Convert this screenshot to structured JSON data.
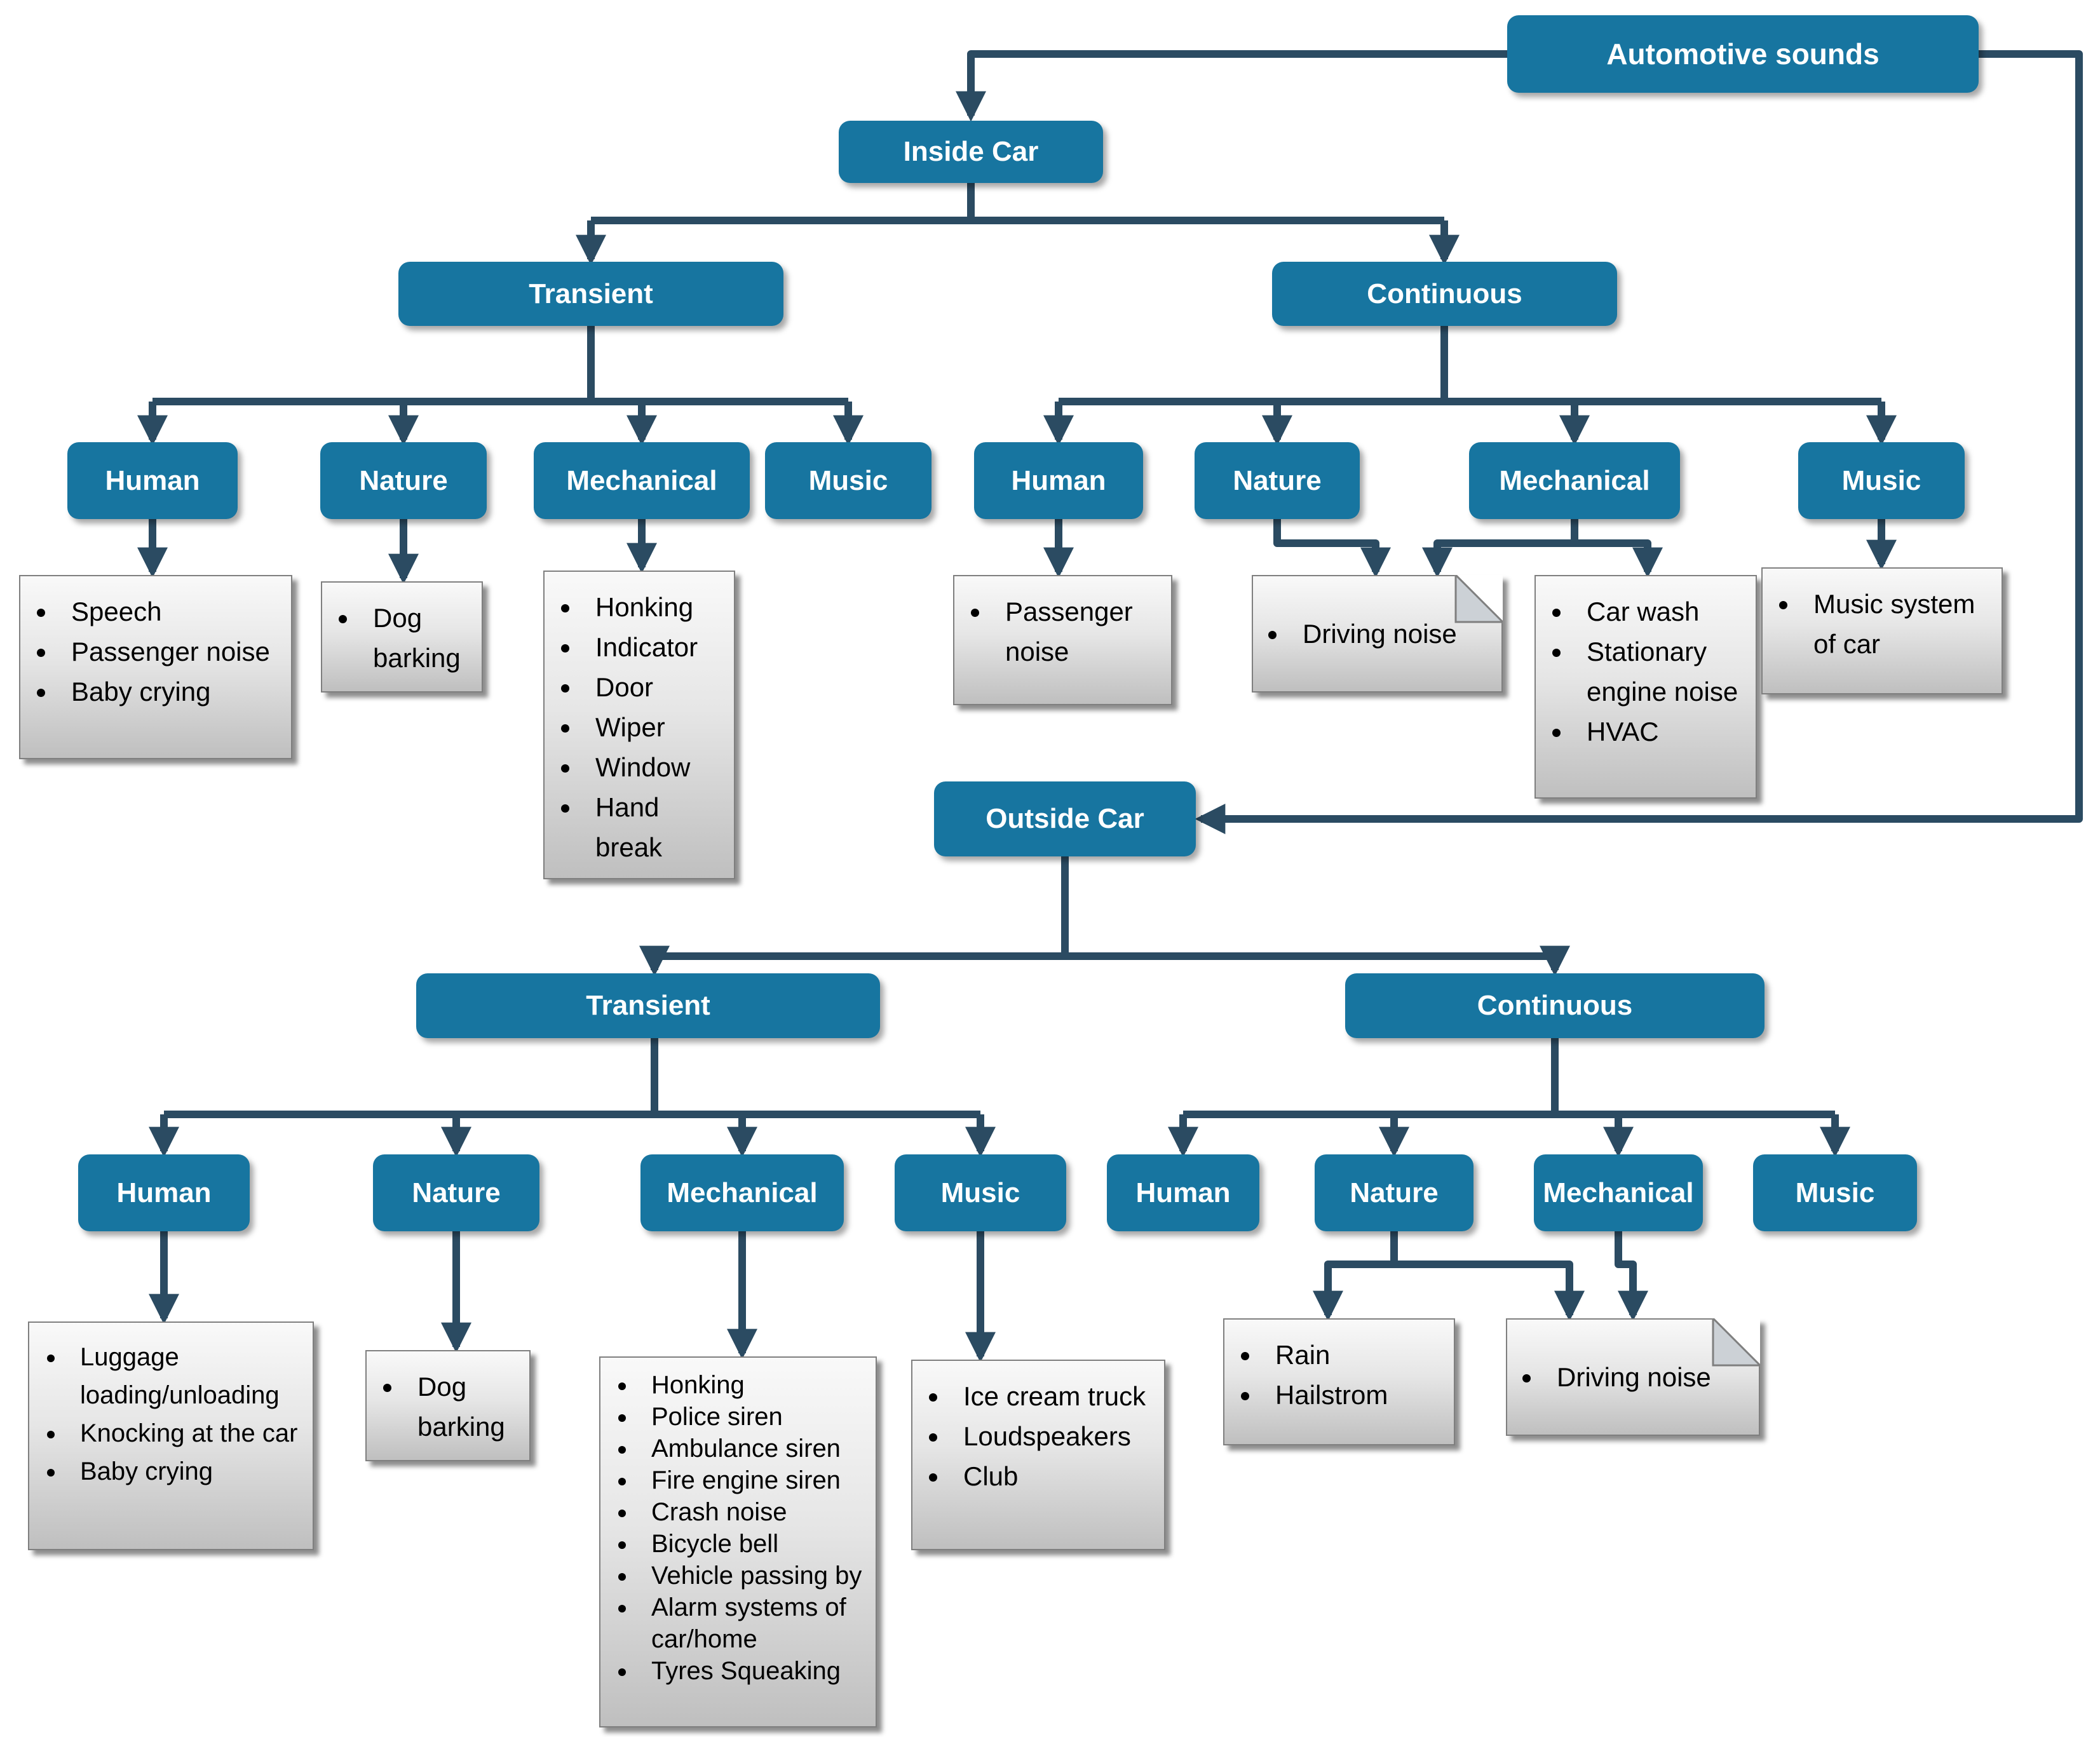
{
  "colors": {
    "node_fill": "#1775A0",
    "node_text": "#FFFFFF",
    "connector": "#2B4B62",
    "list_border": "#7F7F7F",
    "list_fill_top": "#F9F9F9",
    "list_fill_bottom": "#BFBFBF",
    "list_text": "#000000"
  },
  "nodes": {
    "root": "Automotive sounds",
    "inside_car": "Inside Car",
    "outside_car": "Outside Car",
    "inside_transient": "Transient",
    "inside_continuous": "Continuous",
    "outside_transient": "Transient",
    "outside_continuous": "Continuous",
    "inside_transient_human": "Human",
    "inside_transient_nature": "Nature",
    "inside_transient_mechanical": "Mechanical",
    "inside_transient_music": "Music",
    "inside_continuous_human": "Human",
    "inside_continuous_nature": "Nature",
    "inside_continuous_mechanical": "Mechanical",
    "inside_continuous_music": "Music",
    "outside_transient_human": "Human",
    "outside_transient_nature": "Nature",
    "outside_transient_mechanical": "Mechanical",
    "outside_transient_music": "Music",
    "outside_continuous_human": "Human",
    "outside_continuous_nature": "Nature",
    "outside_continuous_mechanical": "Mechanical",
    "outside_continuous_music": "Music"
  },
  "lists": {
    "speech_in": {
      "items": [
        "Speech",
        "Passenger noise",
        "Baby crying"
      ]
    },
    "dog_in": {
      "items": [
        "Dog barking"
      ]
    },
    "mech_in": {
      "items": [
        "Honking",
        "Indicator",
        "Door",
        "Wiper",
        "Window",
        "Hand break"
      ]
    },
    "passenger_in": {
      "items": [
        "Passenger noise"
      ]
    },
    "driving_in": {
      "items": [
        "Driving noise"
      ]
    },
    "carwash_in": {
      "items": [
        "Car wash",
        "Stationary engine noise",
        "HVAC"
      ]
    },
    "musicsys_in": {
      "items": [
        "Music system of car"
      ]
    },
    "luggage_out": {
      "items": [
        "Luggage loading/unloading",
        "Knocking at the car",
        "Baby crying"
      ]
    },
    "dog_out": {
      "items": [
        "Dog barking"
      ]
    },
    "mech_out": {
      "items": [
        "Honking",
        "Police siren",
        "Ambulance siren",
        "Fire engine siren",
        "Crash noise",
        "Bicycle bell",
        "Vehicle passing by",
        "Alarm systems of car/home",
        "Tyres Squeaking"
      ]
    },
    "icecream_out": {
      "items": [
        "Ice cream truck",
        "Loudspeakers",
        "Club"
      ]
    },
    "rain_out": {
      "items": [
        "Rain",
        "Hailstrom"
      ]
    },
    "driving_out": {
      "items": [
        "Driving noise"
      ]
    }
  }
}
